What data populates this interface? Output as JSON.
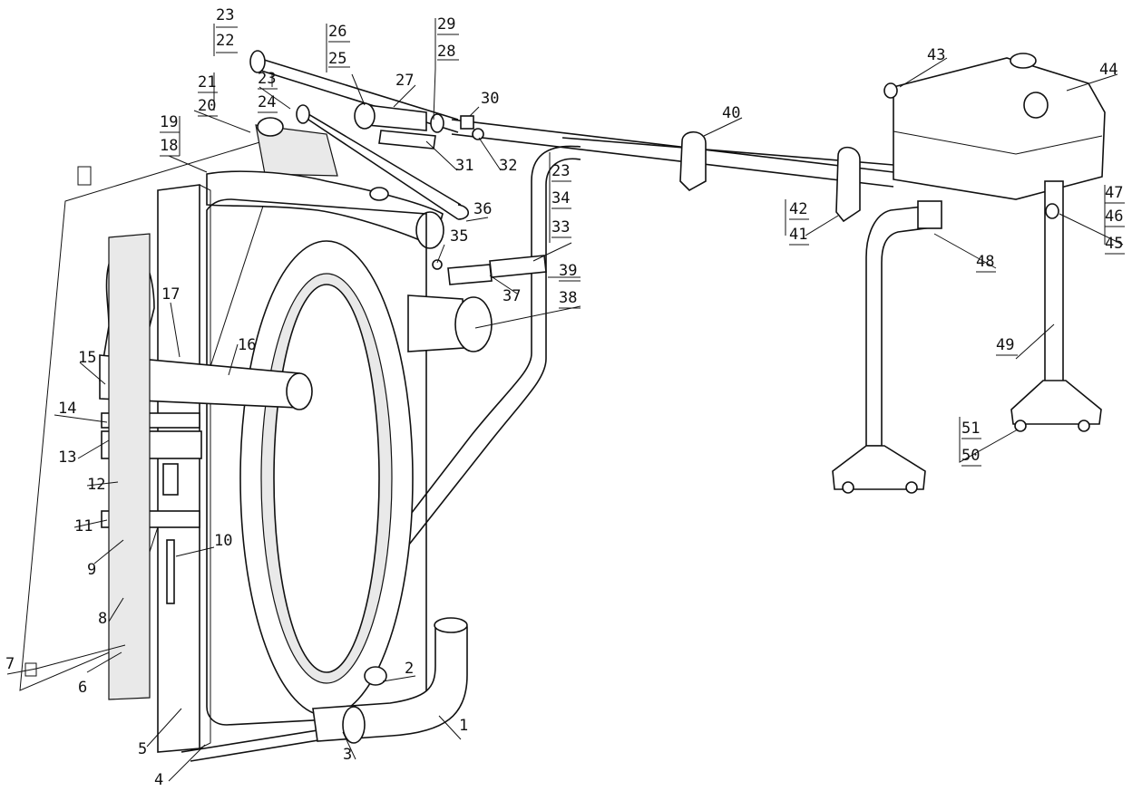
{
  "callouts": [
    {
      "id": "c1",
      "text": "1"
    },
    {
      "id": "c2",
      "text": "2"
    },
    {
      "id": "c3",
      "text": "3"
    },
    {
      "id": "c4",
      "text": "4"
    },
    {
      "id": "c5",
      "text": "5"
    },
    {
      "id": "c6",
      "text": "6"
    },
    {
      "id": "c7",
      "text": "7"
    },
    {
      "id": "c8",
      "text": "8"
    },
    {
      "id": "c9",
      "text": "9"
    },
    {
      "id": "c10",
      "text": "10"
    },
    {
      "id": "c11",
      "text": "11"
    },
    {
      "id": "c12",
      "text": "12"
    },
    {
      "id": "c13",
      "text": "13"
    },
    {
      "id": "c14",
      "text": "14"
    },
    {
      "id": "c15",
      "text": "15"
    },
    {
      "id": "c16",
      "text": "16"
    },
    {
      "id": "c17",
      "text": "17"
    },
    {
      "id": "c18",
      "text": "18"
    },
    {
      "id": "c19",
      "text": "19"
    },
    {
      "id": "c20",
      "text": "20"
    },
    {
      "id": "c21",
      "text": "21"
    },
    {
      "id": "c22",
      "text": "22"
    },
    {
      "id": "c23a",
      "text": "23"
    },
    {
      "id": "c23b",
      "text": "23"
    },
    {
      "id": "c24",
      "text": "24"
    },
    {
      "id": "c25",
      "text": "25"
    },
    {
      "id": "c26",
      "text": "26"
    },
    {
      "id": "c27",
      "text": "27"
    },
    {
      "id": "c28",
      "text": "28"
    },
    {
      "id": "c29",
      "text": "29"
    },
    {
      "id": "c30",
      "text": "30"
    },
    {
      "id": "c31",
      "text": "31"
    },
    {
      "id": "c32",
      "text": "32"
    },
    {
      "id": "c23c",
      "text": "23"
    },
    {
      "id": "c34",
      "text": "34"
    },
    {
      "id": "c33",
      "text": "33"
    },
    {
      "id": "c35",
      "text": "35"
    },
    {
      "id": "c36",
      "text": "36"
    },
    {
      "id": "c37",
      "text": "37"
    },
    {
      "id": "c38",
      "text": "38"
    },
    {
      "id": "c39",
      "text": "39"
    },
    {
      "id": "c40",
      "text": "40"
    },
    {
      "id": "c41",
      "text": "41"
    },
    {
      "id": "c42",
      "text": "42"
    },
    {
      "id": "c43",
      "text": "43"
    },
    {
      "id": "c44",
      "text": "44"
    },
    {
      "id": "c45",
      "text": "45"
    },
    {
      "id": "c46",
      "text": "46"
    },
    {
      "id": "c47",
      "text": "47"
    },
    {
      "id": "c48",
      "text": "48"
    },
    {
      "id": "c49",
      "text": "49"
    },
    {
      "id": "c50",
      "text": "50"
    },
    {
      "id": "c51",
      "text": "51"
    }
  ]
}
